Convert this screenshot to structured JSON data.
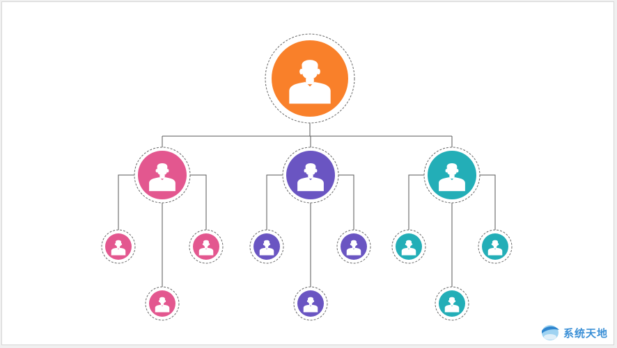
{
  "colors": {
    "root": "#f9802a",
    "branch_pink": "#e3578f",
    "branch_purple": "#6a55c2",
    "branch_teal": "#23aeb7",
    "connector": "#555555",
    "dashed_ring": "#666666"
  },
  "icon": "person-with-tie-icon",
  "tree": {
    "root": {
      "color_key": "root"
    },
    "branches": [
      {
        "name": "pink",
        "color_key": "branch_pink",
        "children": 3
      },
      {
        "name": "purple",
        "color_key": "branch_purple",
        "children": 3
      },
      {
        "name": "teal",
        "color_key": "branch_teal",
        "children": 3
      }
    ]
  },
  "watermark": {
    "text": "系统天地",
    "logo_icon": "globe-logo-icon"
  }
}
